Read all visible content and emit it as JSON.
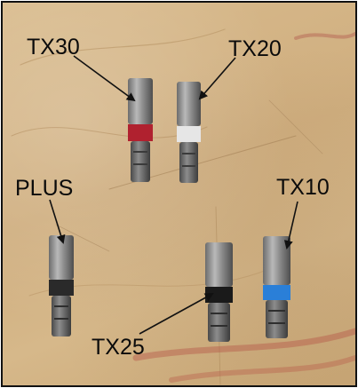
{
  "labels": {
    "tx30": "TX30",
    "tx20": "TX20",
    "plus": "PLUS",
    "tx10": "TX10",
    "tx25": "TX25"
  },
  "colors": {
    "tx30_ring": "#b0212f",
    "tx20_ring": "#e6e6e6",
    "tx10_ring": "#2a7fd8",
    "tx25_ring": "#1a1a1a",
    "plus_ring": "#2a2a2a"
  }
}
